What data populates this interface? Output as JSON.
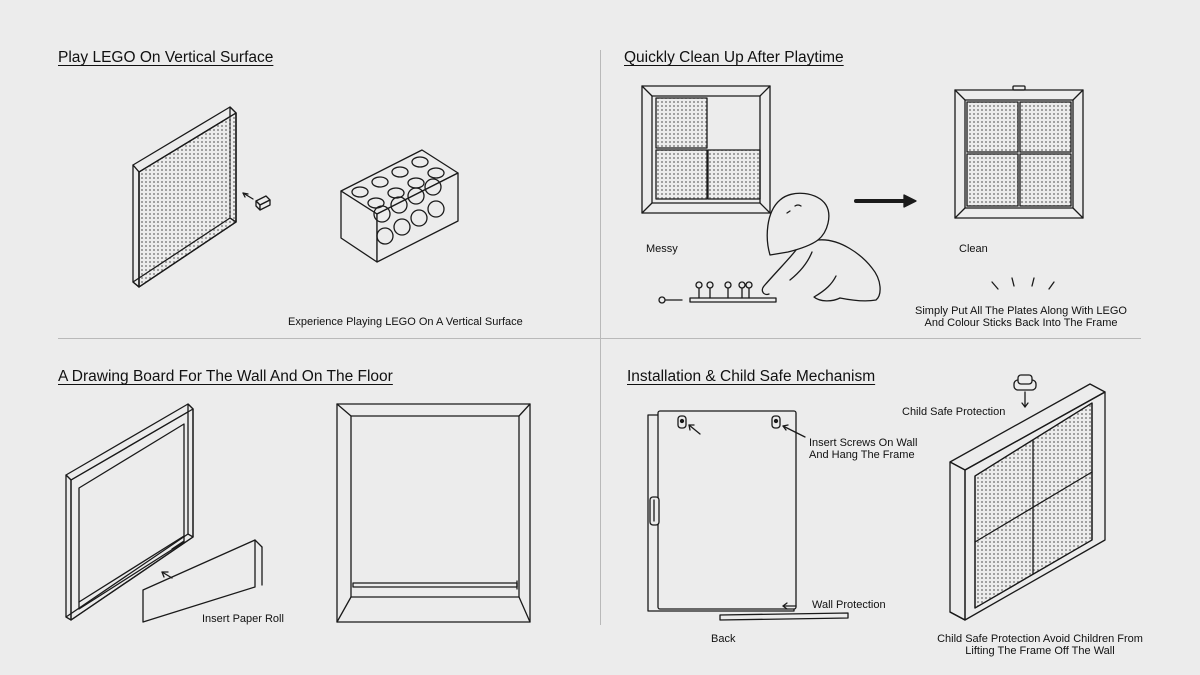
{
  "panels": {
    "vertical": {
      "title": "Play LEGO On Vertical Surface",
      "caption": "Experience Playing LEGO On A Vertical Surface"
    },
    "cleanup": {
      "title": "Quickly Clean Up After Playtime",
      "messy_label": "Messy",
      "clean_label": "Clean",
      "caption_line1": "Simply Put All The Plates Along With LEGO",
      "caption_line2": "And Colour Sticks Back Into The Frame"
    },
    "drawing": {
      "title": "A Drawing Board For The Wall And On The Floor",
      "paper_label": "Insert Paper Roll"
    },
    "install": {
      "title": "Installation & Child Safe Mechanism",
      "screws_line1": "Insert Screws On Wall",
      "screws_line2": "And Hang The Frame",
      "child_safe_label": "Child Safe Protection",
      "wall_protection_label": "Wall Protection",
      "back_label": "Back",
      "caption_line1": "Child Safe Protection Avoid Children From",
      "caption_line2": "Lifting The Frame Off The Wall"
    }
  },
  "colors": {
    "background": "#ececec",
    "line": "#1a1a1a",
    "divider": "#b9b9b9"
  }
}
